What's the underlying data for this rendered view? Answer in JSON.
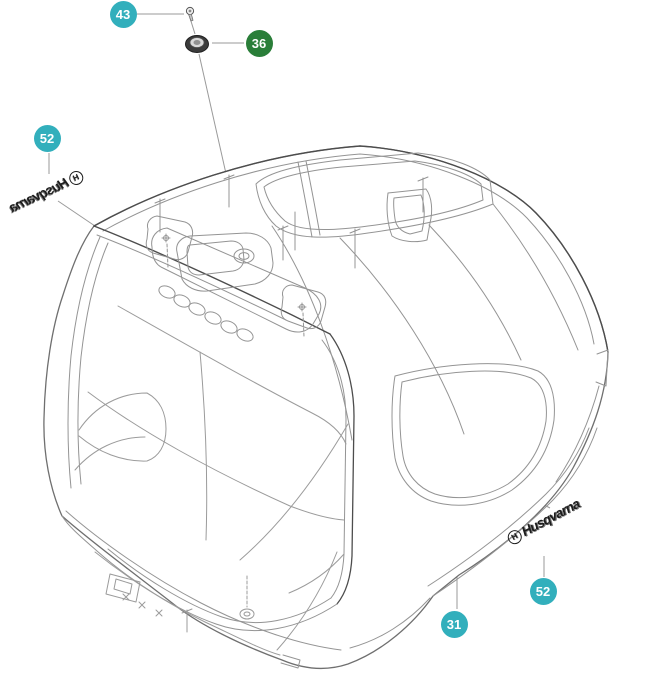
{
  "brand": {
    "wordmark": "Husqvarna",
    "crown_letter": "H"
  },
  "colors": {
    "teal": "#32afbc",
    "green": "#2a7e39",
    "badge_text": "#ffffff",
    "line_light": "#949494",
    "line_dark": "#4d4d4d",
    "background": "#ffffff"
  },
  "callouts": [
    {
      "label": "43",
      "color": "teal"
    },
    {
      "label": "36",
      "color": "green"
    },
    {
      "label": "52",
      "color": "teal"
    },
    {
      "label": "52",
      "color": "teal"
    },
    {
      "label": "31",
      "color": "teal"
    }
  ]
}
